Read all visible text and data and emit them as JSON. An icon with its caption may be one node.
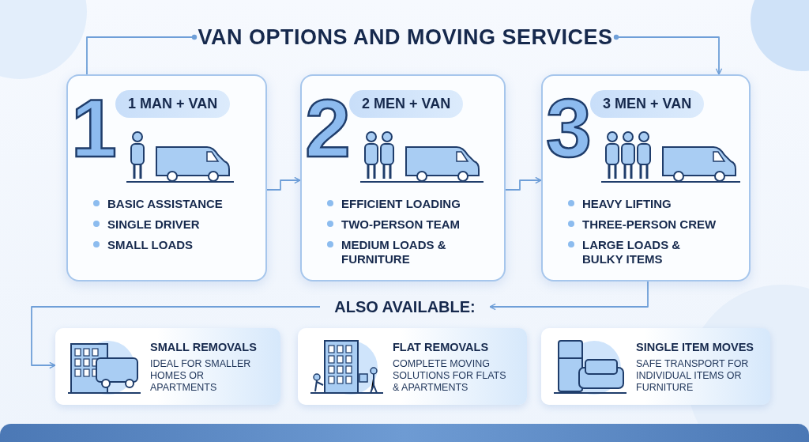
{
  "diagram": {
    "nodes": [
      {
        "text": [
          "VAN OPTIONS AND MOVING SERVICES"
        ]
      },
      {
        "text": [
          "1",
          "1 MAN + VAN",
          "BASIC ASSISTANCE",
          "SINGLE DRIVER",
          "SMALL LOADS"
        ]
      },
      {
        "text": [
          "2",
          "2 MEN + VAN",
          "EFFICIENT LOADING",
          "TWO-PERSON TEAM",
          "MEDIUM LOADS & FURNITURE"
        ]
      },
      {
        "text": [
          "3",
          "3 MEN + VAN",
          "HEAVY LIFTING",
          "THREE-PERSON CREW",
          "LARGE LOADS & BULKY ITEMS"
        ]
      },
      {
        "text": [
          "ALSO AVAILABLE:"
        ]
      },
      {
        "text": [
          "SMALL REMOVALS",
          "IDEAL FOR SMALLER HOMES OR APARTMENTS"
        ]
      },
      {
        "text": [
          "FLAT REMOVALS",
          "COMPLETE MOVING SOLUTIONS FOR FLATS & APARTMENTS"
        ]
      },
      {
        "text": [
          "SINGLE ITEM MOVES",
          "SAFE TRANSPORT FOR INDIVIDUAL ITEMS OR FURNITURE"
        ]
      }
    ],
    "edges": [
      {
        "from": 1,
        "to": 0,
        "arrow": "other"
      },
      {
        "from": 0,
        "to": 3,
        "arrow": "to"
      },
      {
        "from": 1,
        "to": 2,
        "arrow": "to"
      },
      {
        "from": 2,
        "to": 3,
        "arrow": "to"
      },
      {
        "from": 3,
        "to": 4,
        "arrow": "to"
      },
      {
        "from": 4,
        "to": 5,
        "arrow": "to"
      }
    ]
  }
}
